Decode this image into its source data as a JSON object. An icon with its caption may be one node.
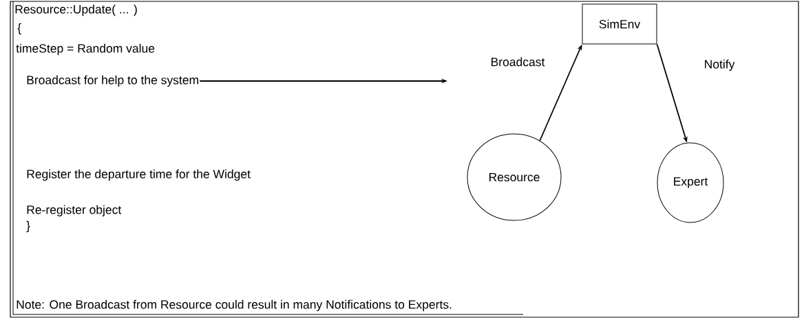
{
  "diagram": {
    "nodes": [
      {
        "text": [
          "SimEnv"
        ]
      },
      {
        "text": [
          "Resource"
        ]
      },
      {
        "text": [
          "Expert"
        ]
      },
      {
        "text": [
          "Broadcast for help to the system"
        ]
      }
    ],
    "edges": [
      {
        "from": 1,
        "to": 0,
        "arrow": "to",
        "label": "Broadcast"
      },
      {
        "from": 0,
        "to": 2,
        "arrow": "to",
        "label": "Notify"
      },
      {
        "from": 3,
        "to": null,
        "arrow": "to"
      }
    ],
    "labels": [
      "Resource::Update( ... )",
      "{",
      "timeStep = Random value",
      "Register the departure time for the Widget",
      "Re-register object",
      "}",
      "Note: One Broadcast from Resource could result in many Notifications to Experts."
    ]
  }
}
